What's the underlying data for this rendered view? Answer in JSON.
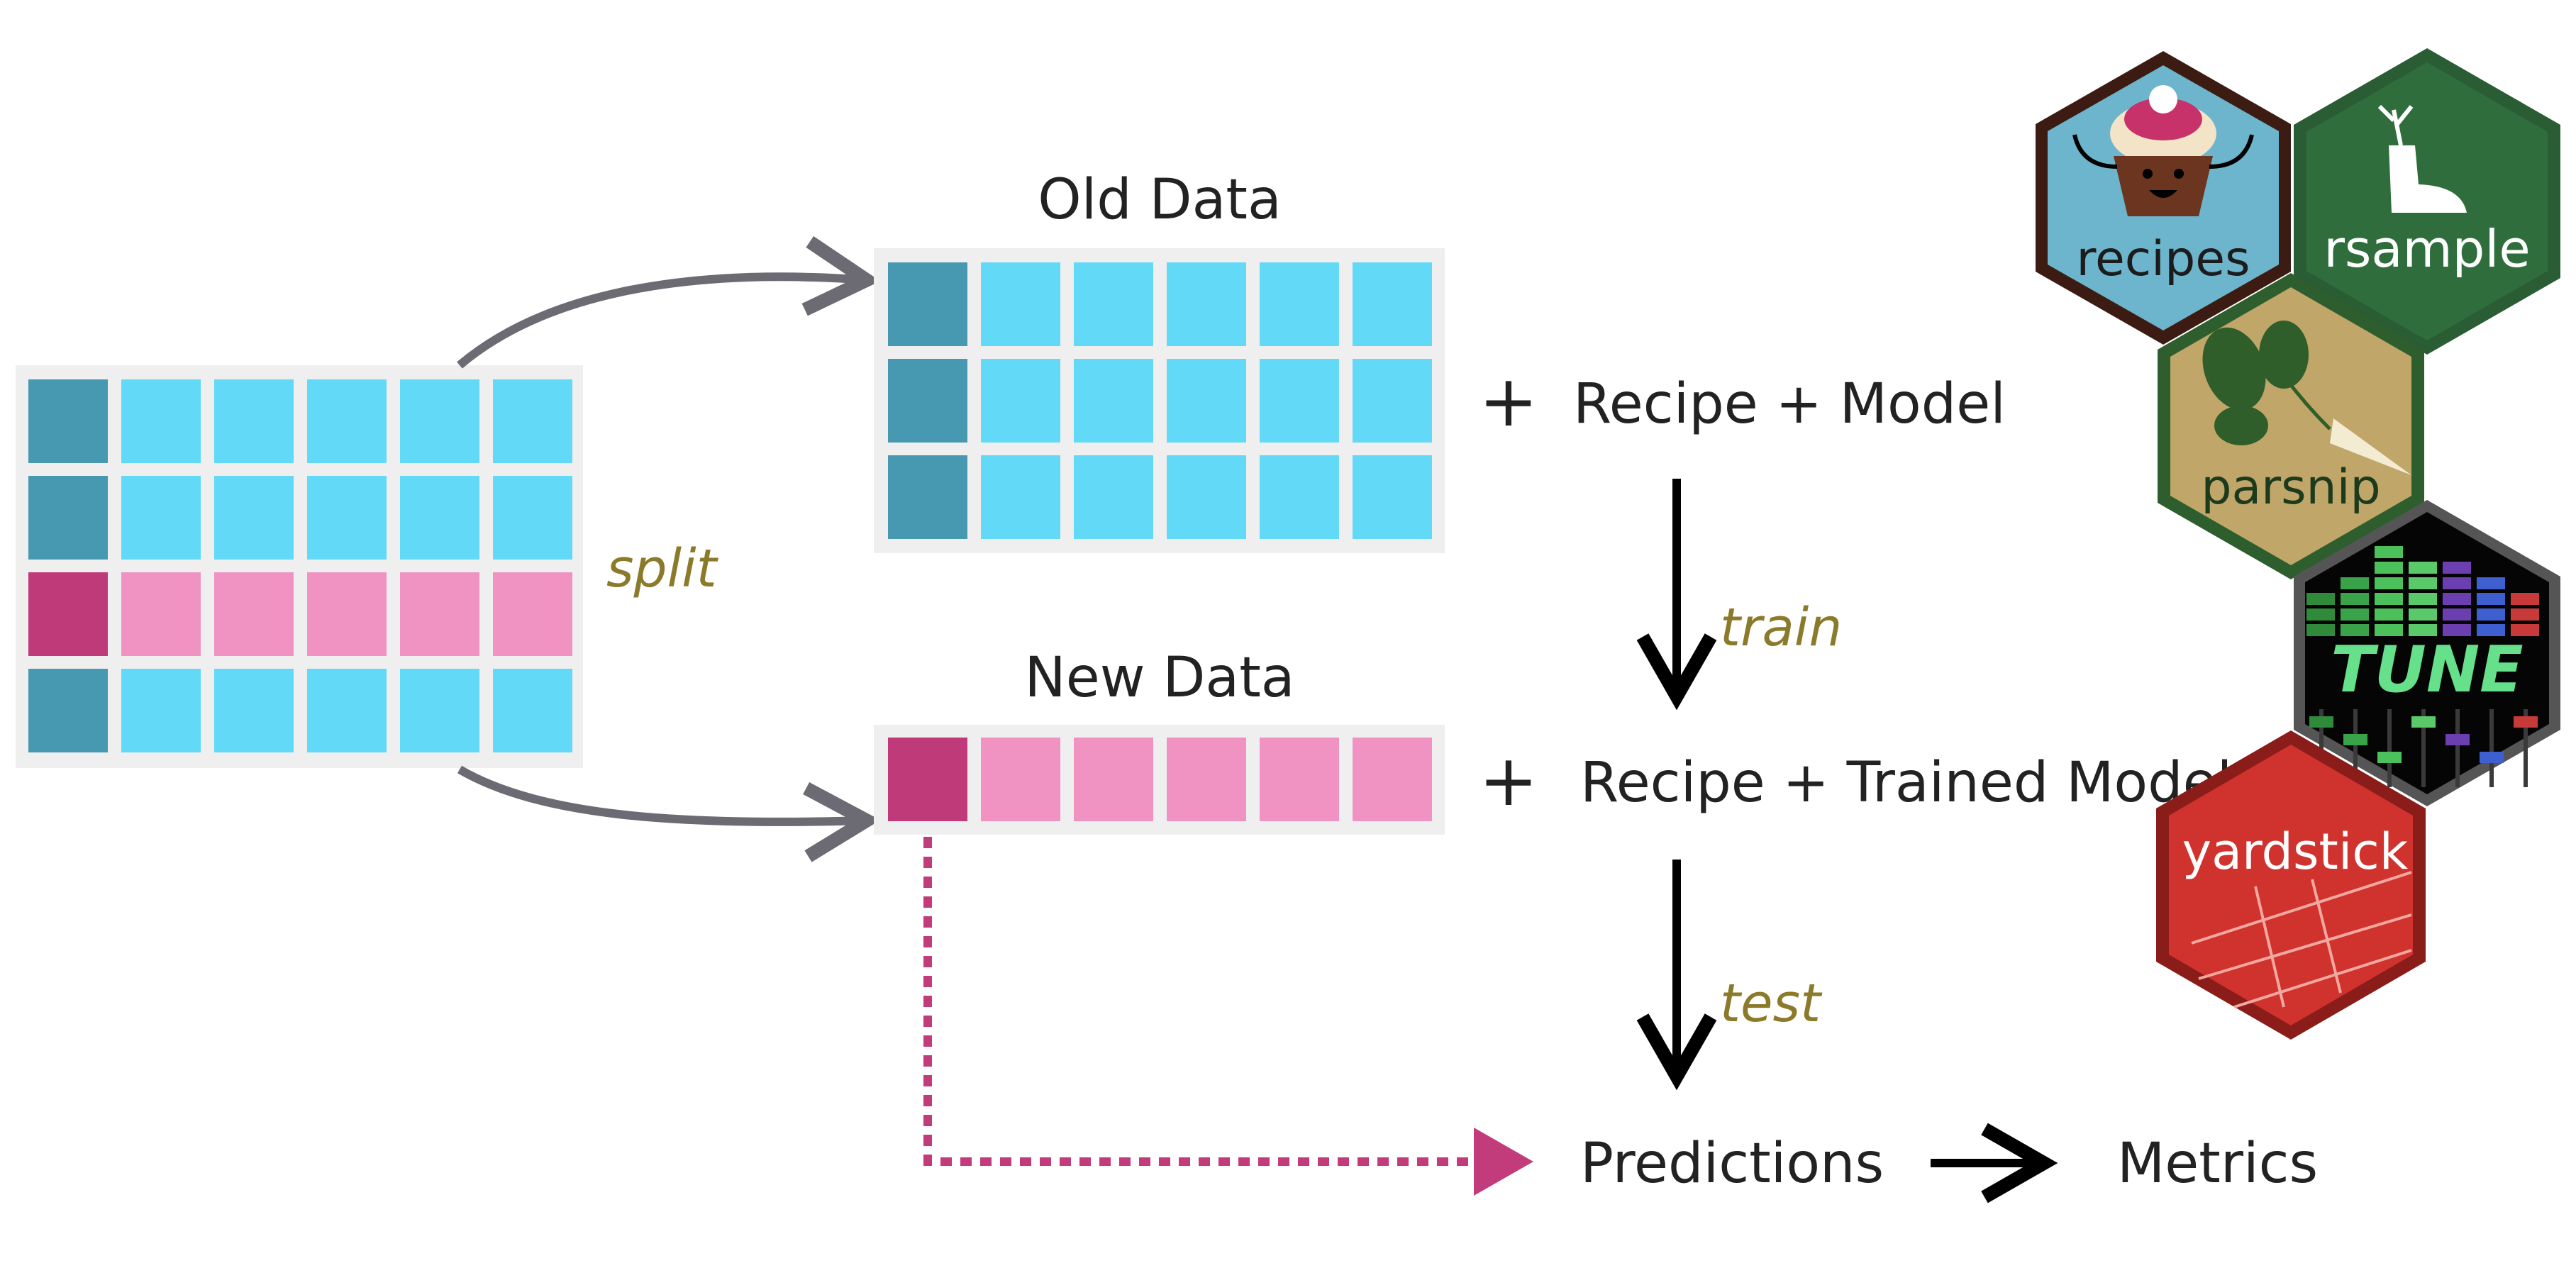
{
  "labels": {
    "old_data": "Old Data",
    "new_data": "New Data",
    "split": "split",
    "plus": "+",
    "recipe_model": "Recipe + Model",
    "train": "train",
    "recipe_trained_model": "Recipe + Trained Model",
    "test": "test",
    "predictions": "Predictions",
    "metrics": "Metrics"
  },
  "hex_stickers": [
    {
      "name": "recipes",
      "label": "recipes"
    },
    {
      "name": "rsample",
      "label": "rsample"
    },
    {
      "name": "parsnip",
      "label": "parsnip"
    },
    {
      "name": "tune",
      "label": "TUNE"
    },
    {
      "name": "yardstick",
      "label": "yardstick"
    }
  ],
  "colors": {
    "blue_dark": "#4699b1",
    "blue_light": "#62d9f7",
    "pink_dark": "#bf3a78",
    "pink_light": "#f093c3",
    "grid_bg": "#efefef",
    "arrow_gray": "#6c6a72",
    "arrow_black": "#000000",
    "dotted_pink": "#c23b7a",
    "italic_gold": "#8b7a2a"
  }
}
